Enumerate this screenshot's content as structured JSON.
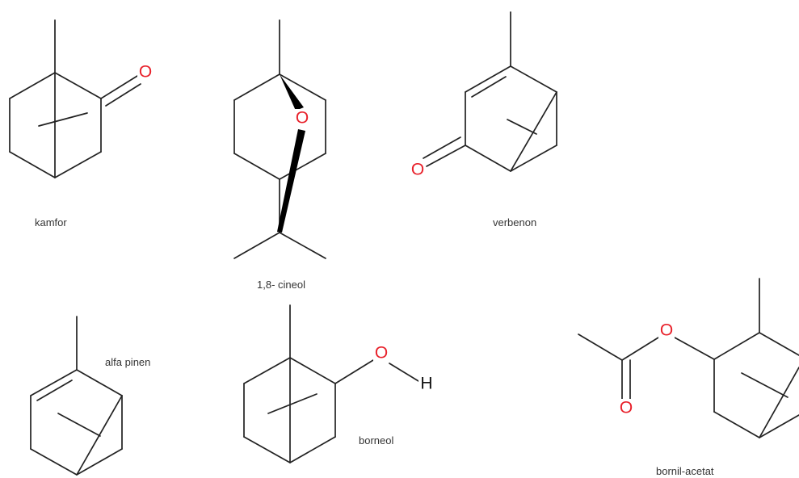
{
  "colors": {
    "bond": "#222222",
    "oxygen": "#e8202a",
    "hydrogen": "#111111",
    "label": "#333333"
  },
  "molecules": {
    "kamfor": {
      "name": "kamfor",
      "atoms": [
        {
          "symbol": "O",
          "role": "carbonyl-oxygen"
        }
      ]
    },
    "cineol": {
      "name": "1,8- cineol",
      "atoms": [
        {
          "symbol": "O",
          "role": "ether-bridge-oxygen"
        }
      ]
    },
    "verbenon": {
      "name": "verbenon",
      "atoms": [
        {
          "symbol": "O",
          "role": "carbonyl-oxygen"
        }
      ]
    },
    "alfapinen": {
      "name": "alfa pinen"
    },
    "borneol": {
      "name": "borneol",
      "atoms": [
        {
          "symbol": "O",
          "role": "hydroxyl-oxygen"
        },
        {
          "symbol": "H",
          "role": "hydroxyl-hydrogen"
        }
      ]
    },
    "bornilacetat": {
      "name": "bornil-acetat",
      "atoms": [
        {
          "symbol": "O",
          "role": "ester-oxygen"
        },
        {
          "symbol": "O",
          "role": "carbonyl-oxygen"
        }
      ]
    }
  }
}
